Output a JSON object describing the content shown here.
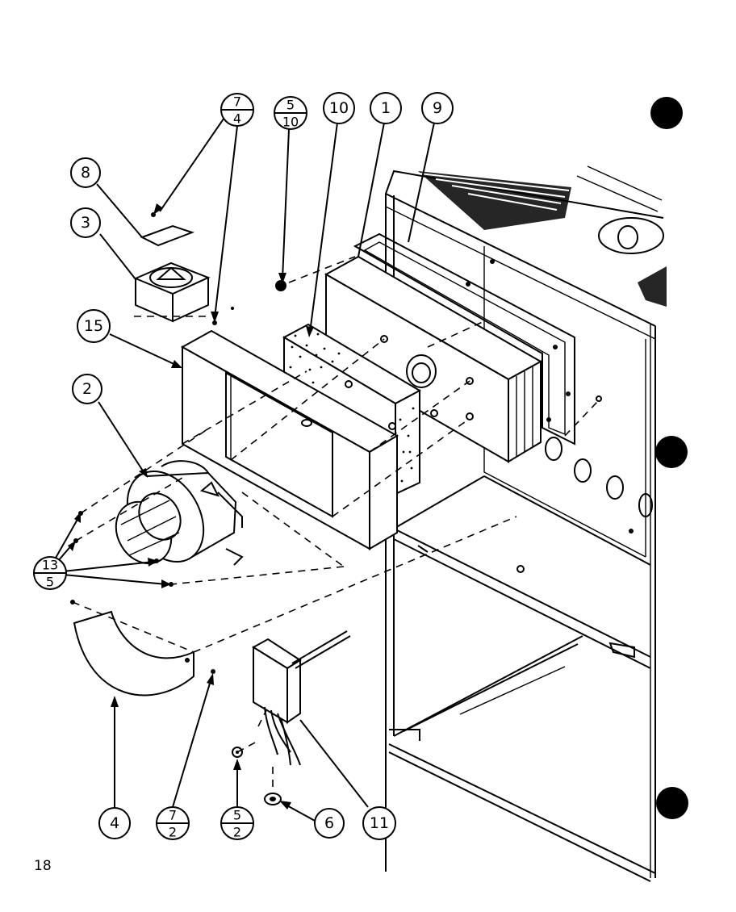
{
  "page_number": "18",
  "callouts": [
    {
      "id": "c1",
      "label": "1"
    },
    {
      "id": "c2",
      "label": "2"
    },
    {
      "id": "c3",
      "label": "3"
    },
    {
      "id": "c4",
      "label": "4"
    },
    {
      "id": "c6",
      "label": "6"
    },
    {
      "id": "c8",
      "label": "8"
    },
    {
      "id": "c9",
      "label": "9"
    },
    {
      "id": "c10",
      "label": "10"
    },
    {
      "id": "c11",
      "label": "11"
    },
    {
      "id": "c15",
      "label": "15"
    }
  ],
  "fraction_callouts": [
    {
      "id": "f7_4",
      "top": "7",
      "bottom": "4"
    },
    {
      "id": "f5_10",
      "top": "5",
      "bottom": "10"
    },
    {
      "id": "f13_5",
      "top": "13",
      "bottom": "5"
    },
    {
      "id": "f7_2",
      "top": "7",
      "bottom": "2"
    },
    {
      "id": "f5_2",
      "top": "5",
      "bottom": "2"
    }
  ]
}
